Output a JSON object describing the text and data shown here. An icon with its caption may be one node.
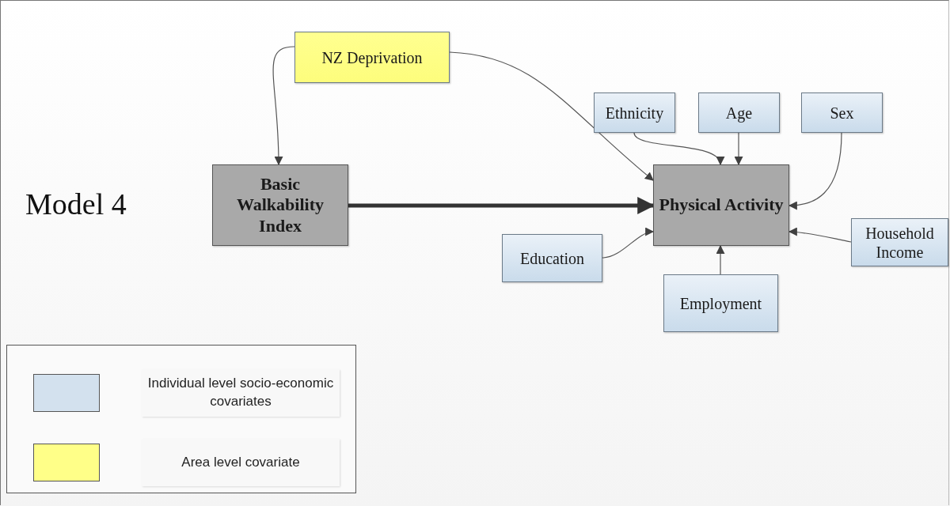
{
  "diagram": {
    "nodes": [
      {
        "text": [
          "NZ Deprivation"
        ]
      },
      {
        "text": [
          "Basic Walkability Index"
        ]
      },
      {
        "text": [
          "Physical Activity"
        ]
      },
      {
        "text": [
          "Ethnicity"
        ]
      },
      {
        "text": [
          "Age"
        ]
      },
      {
        "text": [
          "Sex"
        ]
      },
      {
        "text": [
          "Education"
        ]
      },
      {
        "text": [
          "Household Income"
        ]
      },
      {
        "text": [
          "Employment"
        ]
      }
    ],
    "edges": [
      {
        "from": 0,
        "to": 1,
        "arrow": "to"
      },
      {
        "from": 0,
        "to": 2,
        "arrow": "to"
      },
      {
        "from": 1,
        "to": 2,
        "arrow": "to",
        "style": "thick"
      },
      {
        "from": 3,
        "to": 2,
        "arrow": "to"
      },
      {
        "from": 4,
        "to": 2,
        "arrow": "to"
      },
      {
        "from": 5,
        "to": 2,
        "arrow": "to"
      },
      {
        "from": 6,
        "to": 2,
        "arrow": "to"
      },
      {
        "from": 7,
        "to": 2,
        "arrow": "to"
      },
      {
        "from": 8,
        "to": 2,
        "arrow": "to"
      }
    ],
    "labels": [
      "Model 4"
    ],
    "legend": [
      {
        "text": "Individual level socio-economic covariates",
        "color": "#d3e1ee"
      },
      {
        "text": "Area level covariate",
        "color": "#ffff88"
      }
    ]
  }
}
